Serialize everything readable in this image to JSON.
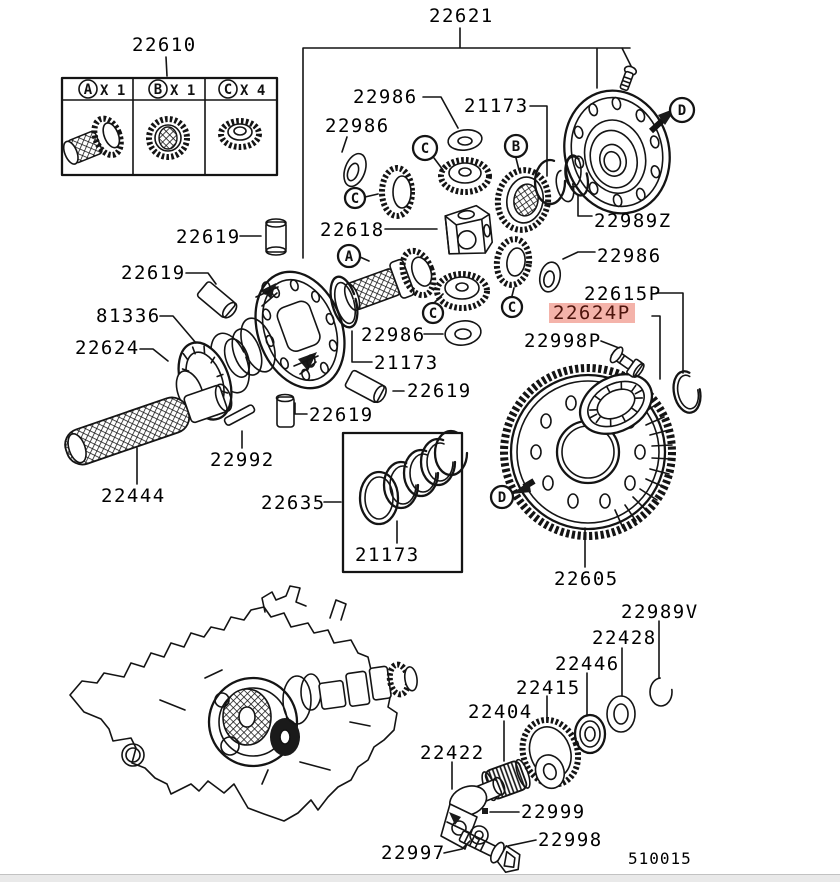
{
  "drawing_number": "510015",
  "highlight": {
    "part": "22624P",
    "bg": "#f4b3aa",
    "fg": "#4d140c"
  },
  "legend": {
    "group_label": "22610",
    "items": [
      {
        "letter": "A",
        "qty": "X 1"
      },
      {
        "letter": "B",
        "qty": "X 1"
      },
      {
        "letter": "C",
        "qty": "X 4"
      }
    ]
  },
  "callout_letters": [
    "C",
    "B",
    "C",
    "A",
    "C",
    "C"
  ],
  "view_markers": [
    "D",
    "D"
  ],
  "labels": [
    {
      "text": "22621"
    },
    {
      "text": "22610"
    },
    {
      "text": "22986"
    },
    {
      "text": "22986"
    },
    {
      "text": "21173"
    },
    {
      "text": "22989Z"
    },
    {
      "text": "22619"
    },
    {
      "text": "22618"
    },
    {
      "text": "22619"
    },
    {
      "text": "22986"
    },
    {
      "text": "81336"
    },
    {
      "text": "22615P"
    },
    {
      "text": "22624"
    },
    {
      "text": "22986"
    },
    {
      "text": "22624P"
    },
    {
      "text": "22998P"
    },
    {
      "text": "21173"
    },
    {
      "text": "22619"
    },
    {
      "text": "22619"
    },
    {
      "text": "22992"
    },
    {
      "text": "22444"
    },
    {
      "text": "22635"
    },
    {
      "text": "21173"
    },
    {
      "text": "22605"
    },
    {
      "text": "22989V"
    },
    {
      "text": "22428"
    },
    {
      "text": "22446"
    },
    {
      "text": "22415"
    },
    {
      "text": "22404"
    },
    {
      "text": "22422"
    },
    {
      "text": "22999"
    },
    {
      "text": "22998"
    },
    {
      "text": "22997"
    }
  ]
}
